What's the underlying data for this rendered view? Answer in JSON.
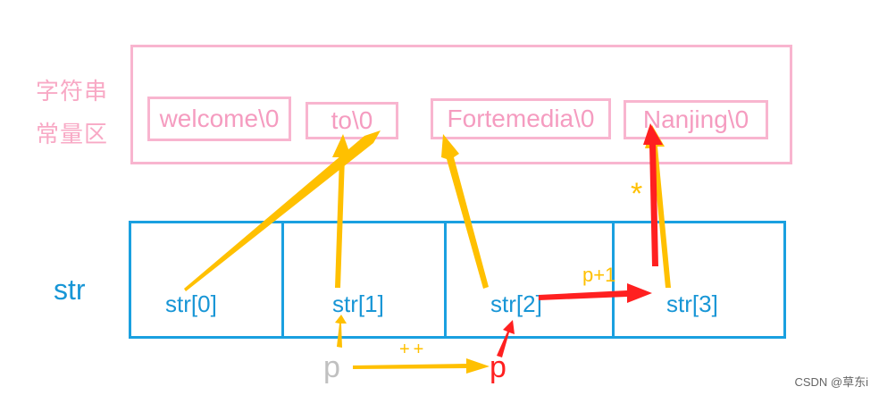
{
  "pool": {
    "label_line1": "字符串",
    "label_line2": "常量区",
    "strings": [
      "welcome\\0",
      "to\\0",
      "Fortemedia\\0",
      "Nanjing\\0"
    ]
  },
  "array": {
    "name": "str",
    "cells": [
      "str[0]",
      "str[1]",
      "str[2]",
      "str[3]"
    ]
  },
  "pointer": {
    "p_before": "p",
    "p_after": "p",
    "increment": "++",
    "p_plus_1": "p+1",
    "deref": "*"
  },
  "watermark": "CSDN @草东i",
  "colors": {
    "pink": "#f8b5cf",
    "blue": "#1aa0e0",
    "yellow": "#ffc000",
    "red": "#ff2020",
    "gray": "#c0c0c0"
  }
}
